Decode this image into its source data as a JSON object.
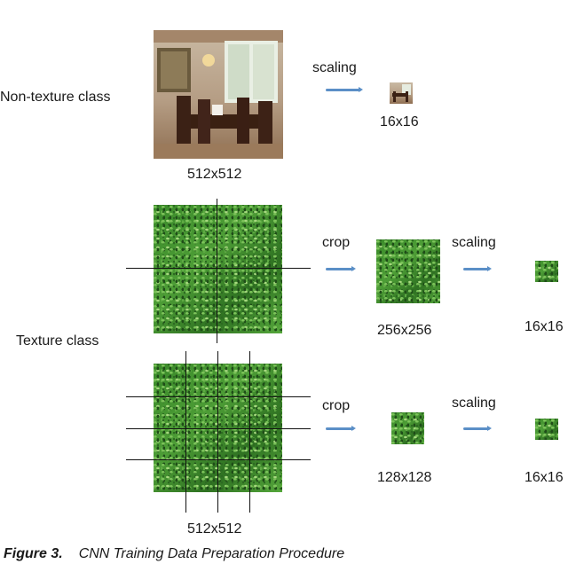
{
  "labels": {
    "non_texture_class": "Non-texture class",
    "texture_class": "Texture class"
  },
  "row1": {
    "operation": "scaling",
    "source_size": "512x512",
    "output_size": "16x16"
  },
  "row2": {
    "operation_1": "crop",
    "crop_size": "256x256",
    "operation_2": "scaling",
    "output_size": "16x16"
  },
  "row3": {
    "operation_1": "crop",
    "source_size": "512x512",
    "crop_size": "128x128",
    "operation_2": "scaling",
    "output_size": "16x16"
  },
  "caption": {
    "figure": "Figure 3.",
    "text": "CNN Training Data Preparation Procedure"
  },
  "colors": {
    "arrow": "#5b8fc7",
    "grid_line": "#111111"
  }
}
